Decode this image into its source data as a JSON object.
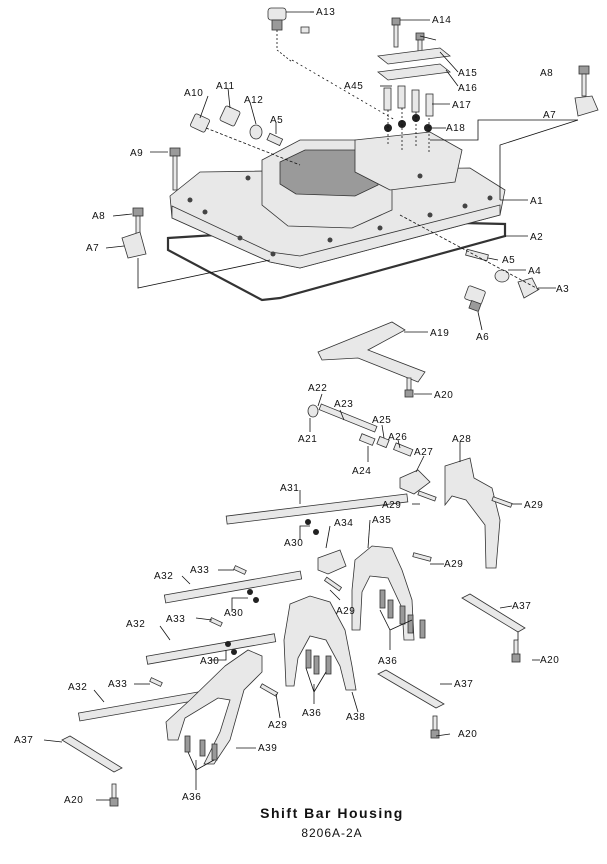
{
  "title": "Shift Bar Housing",
  "code": "8206A-2A",
  "labels": [
    "A13",
    "A14",
    "A8",
    "A7",
    "A15",
    "A45",
    "A16",
    "A10",
    "A11",
    "A12",
    "A17",
    "A5",
    "A18",
    "A9",
    "A1",
    "A8",
    "A2",
    "A7",
    "A5",
    "A4",
    "A3",
    "A6",
    "A19",
    "A20",
    "A22",
    "A23",
    "A21",
    "A25",
    "A26",
    "A28",
    "A24",
    "A27",
    "A31",
    "A29",
    "A29",
    "A30",
    "A34",
    "A35",
    "A29",
    "A33",
    "A32",
    "A30",
    "A29",
    "A37",
    "A32",
    "A33",
    "A30",
    "A36",
    "A20",
    "A32",
    "A33",
    "A37",
    "A36",
    "A38",
    "A29",
    "A20",
    "A37",
    "A39",
    "A36",
    "A20"
  ]
}
